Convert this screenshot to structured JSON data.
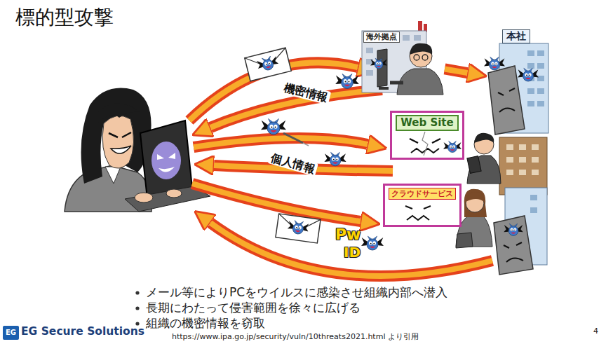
{
  "diagram": {
    "title": "標的型攻撃",
    "nodes": [
      {
        "text": [
          "海外拠点"
        ]
      },
      {
        "text": [
          "本社"
        ]
      },
      {
        "text": [
          "Web Site"
        ]
      },
      {
        "text": [
          "クラウドサービス"
        ]
      }
    ],
    "edges": [
      {
        "from": 0,
        "to": 1,
        "arrow": "to"
      }
    ],
    "labels": [
      "機密情報",
      "個人情報",
      "Pw",
      "ID",
      "メール等によりPCをウイルスに感染させ組織内部へ潜入",
      "長期にわたって侵害範囲を徐々に広げる",
      "組織の機密情報を窃取",
      "EG",
      "EG Secure Solutions",
      "https://www.ipa.go.jp/security/vuln/10threats2021.html より引用",
      "4"
    ]
  }
}
